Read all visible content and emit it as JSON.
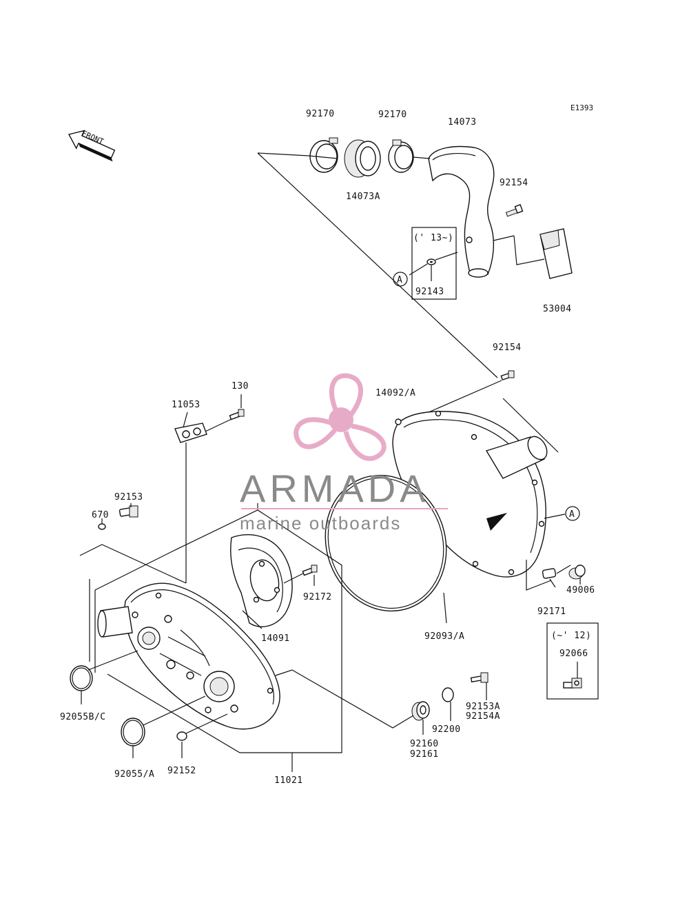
{
  "diagram_code": "E1393",
  "front_label": "FRONT",
  "callout_a": "A",
  "box_label_13": "(' 13~)",
  "box_label_12": "(~' 12)",
  "watermark": {
    "brand": "ARMADA",
    "tagline": "marine outboards",
    "logo_color": "#e5a3c3",
    "text_color": "#8a8a8a"
  },
  "parts": [
    "92170",
    "92170",
    "14073",
    "14073A",
    "92154",
    "92143",
    "53004",
    "92154",
    "130",
    "11053",
    "14092/A",
    "92153",
    "670",
    "92172",
    "14091",
    "49006",
    "92171",
    "92066",
    "92093/A",
    "92055B/C",
    "92055/A",
    "92152",
    "11021",
    "92153A",
    "92154A",
    "92200",
    "92160",
    "92161"
  ]
}
